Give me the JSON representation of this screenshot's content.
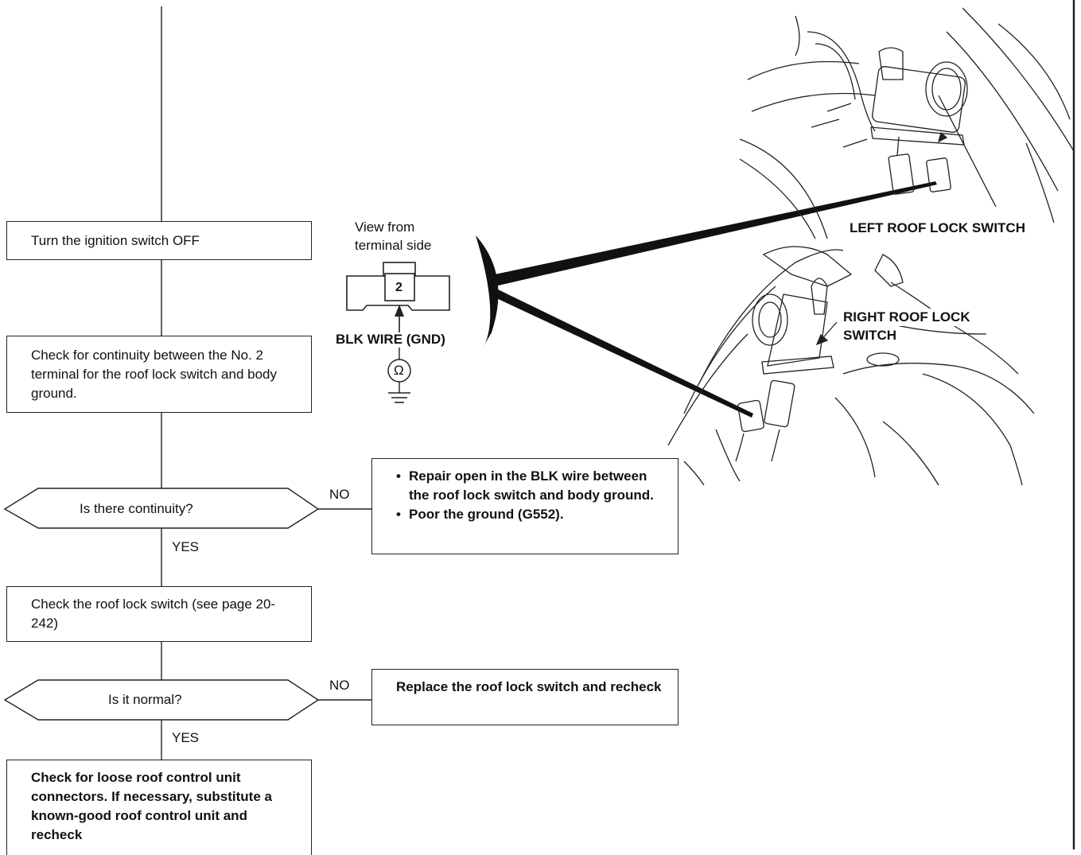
{
  "flowchart": {
    "step_ignition_off": "Turn the ignition switch OFF",
    "step_check_continuity": "Check for continuity between the No. 2 terminal for the roof lock switch and body ground.",
    "decision_continuity": "Is there continuity?",
    "step_check_switch": "Check the roof lock switch (see page 20-242)",
    "decision_normal": "Is it normal?",
    "step_final": "Check for loose roof control unit connectors. If necessary, substitute a known-good roof control unit and recheck",
    "yes_label": "YES",
    "no_label": "NO",
    "result_repair_items": [
      "Repair open in the BLK wire between the roof lock switch and body ground.",
      "Poor the ground (G552)."
    ],
    "result_replace": "Replace the roof lock switch and recheck"
  },
  "connector": {
    "view_label_line1": "View from",
    "view_label_line2": "terminal side",
    "terminal_number": "2",
    "wire_label": "BLK WIRE (GND)",
    "meter_symbol": "Ω"
  },
  "illustration": {
    "left_switch_label": "LEFT ROOF LOCK SWITCH",
    "right_switch_label_line1": "RIGHT ROOF LOCK",
    "right_switch_label_line2": "SWITCH"
  }
}
